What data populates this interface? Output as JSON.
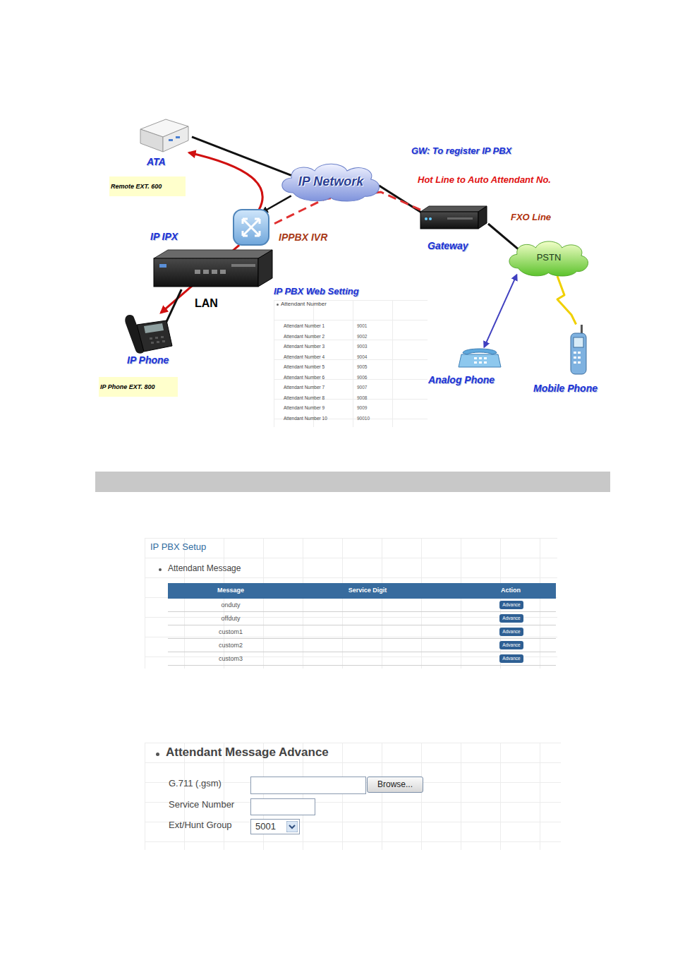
{
  "diagram": {
    "nodes": [
      {
        "text": [
          "ATA"
        ]
      },
      {
        "text": [
          "Remote EXT. 600"
        ]
      },
      {
        "text": [
          "IP Network"
        ]
      },
      {
        "text": [
          "IPPBX IVR"
        ]
      },
      {
        "text": [
          "IP IPX"
        ]
      },
      {
        "text": [
          "Gateway"
        ]
      },
      {
        "text": [
          "PSTN"
        ]
      },
      {
        "text": [
          "IP Phone"
        ]
      },
      {
        "text": [
          "IP Phone EXT. 800"
        ]
      },
      {
        "text": [
          "Analog Phone"
        ]
      },
      {
        "text": [
          "Mobile Phone"
        ]
      },
      {
        "text": [
          "IP PBX Web Setting",
          "Attendant Number"
        ]
      },
      {
        "text": [
          "IP PBX Setup",
          "Attendant Message"
        ]
      },
      {
        "text": [
          "Message",
          "Service Digit",
          "Action"
        ],
        "in": 12
      },
      {
        "text": [
          "Advance"
        ],
        "in": 12
      },
      {
        "text": [
          "Advance"
        ],
        "in": 12
      },
      {
        "text": [
          "Advance"
        ],
        "in": 12
      },
      {
        "text": [
          "Advance"
        ],
        "in": 12
      },
      {
        "text": [
          "Advance"
        ],
        "in": 12
      },
      {
        "text": [
          "Attendant Message Advance"
        ]
      },
      {
        "text": [
          "Browse..."
        ],
        "in": 19
      },
      {
        "text": [
          "5001"
        ],
        "in": 19
      }
    ],
    "edges": [
      {
        "from": 0,
        "to": 2,
        "arrow": "none"
      },
      {
        "from": 2,
        "to": 5,
        "label": "GW: To register IP PBX",
        "arrow": "none"
      },
      {
        "from": 5,
        "to": 6,
        "label": "FXO Line",
        "arrow": "none"
      },
      {
        "from": 6,
        "to": 9,
        "arrow": "both"
      },
      {
        "from": 6,
        "to": 10,
        "arrow": "none"
      },
      {
        "from": 2,
        "to": 3,
        "arrow": "to"
      },
      {
        "from": 3,
        "to": 0,
        "arrow": "to"
      },
      {
        "from": 3,
        "to": 7,
        "arrow": "to"
      },
      {
        "from": 5,
        "to": 3,
        "label": "Hot Line to Auto Attendant No.",
        "arrow": "none"
      },
      {
        "from": 4,
        "to": 7,
        "label": "LAN",
        "arrow": "none"
      }
    ],
    "labels": [
      "Attendant Number 1",
      "9001",
      "Attendant Number 2",
      "9002",
      "Attendant Number 3",
      "9003",
      "Attendant Number 4",
      "9004",
      "Attendant Number 5",
      "9005",
      "Attendant Number 6",
      "9006",
      "Attendant Number 7",
      "9007",
      "Attendant Number 8",
      "9008",
      "Attendant Number 9",
      "9009",
      "Attendant Number 10",
      "90010",
      "onduty",
      "offduty",
      "custom1",
      "custom2",
      "custom3",
      "G.711 (.gsm)",
      "Service Number",
      "Ext/Hunt Group"
    ]
  }
}
